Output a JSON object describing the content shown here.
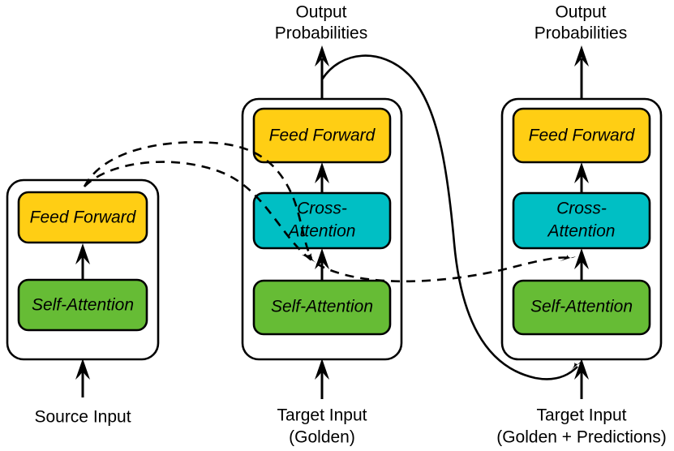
{
  "diagram": {
    "title": "Transformer encoder-decoder with scheduled sampling",
    "colors": {
      "feed_forward": "#FFCE14",
      "cross_attention": "#00BFC4",
      "self_attention": "#66BC35",
      "stroke": "#000000",
      "background": "#FFFFFF"
    },
    "columns": [
      {
        "id": "encoder",
        "bottom_label_line1": "Source Input",
        "bottom_label_line2": "",
        "top_label_line1": "",
        "top_label_line2": "",
        "blocks": [
          {
            "id": "encoder-feed-forward",
            "label": "Feed Forward",
            "color_key": "feed_forward"
          },
          {
            "id": "encoder-self-attention",
            "label": "Self-Attention",
            "color_key": "self_attention"
          }
        ]
      },
      {
        "id": "decoder-golden",
        "bottom_label_line1": "Target Input",
        "bottom_label_line2": "(Golden)",
        "top_label_line1": "Output",
        "top_label_line2": "Probabilities",
        "blocks": [
          {
            "id": "decoder-golden-feed-forward",
            "label": "Feed Forward",
            "color_key": "feed_forward"
          },
          {
            "id": "decoder-golden-cross-attention-line1",
            "label": "Cross-",
            "color_key": "cross_attention"
          },
          {
            "id": "decoder-golden-cross-attention-line2",
            "label": "Attention",
            "color_key": "cross_attention"
          },
          {
            "id": "decoder-golden-self-attention",
            "label": "Self-Attention",
            "color_key": "self_attention"
          }
        ]
      },
      {
        "id": "decoder-predictions",
        "bottom_label_line1": "Target Input",
        "bottom_label_line2": "(Golden + Predictions)",
        "top_label_line1": "Output",
        "top_label_line2": "Probabilities",
        "blocks": [
          {
            "id": "decoder-predictions-feed-forward",
            "label": "Feed Forward",
            "color_key": "feed_forward"
          },
          {
            "id": "decoder-predictions-cross-attention-line1",
            "label": "Cross-",
            "color_key": "cross_attention"
          },
          {
            "id": "decoder-predictions-cross-attention-line2",
            "label": "Attention",
            "color_key": "cross_attention"
          },
          {
            "id": "decoder-predictions-self-attention",
            "label": "Self-Attention",
            "color_key": "self_attention"
          }
        ]
      }
    ],
    "connections": [
      {
        "id": "encoder-to-golden-cross-attention",
        "style": "dashed"
      },
      {
        "id": "encoder-to-predictions-cross-attention",
        "style": "dashed"
      },
      {
        "id": "golden-output-to-predictions-input",
        "style": "solid"
      }
    ]
  }
}
